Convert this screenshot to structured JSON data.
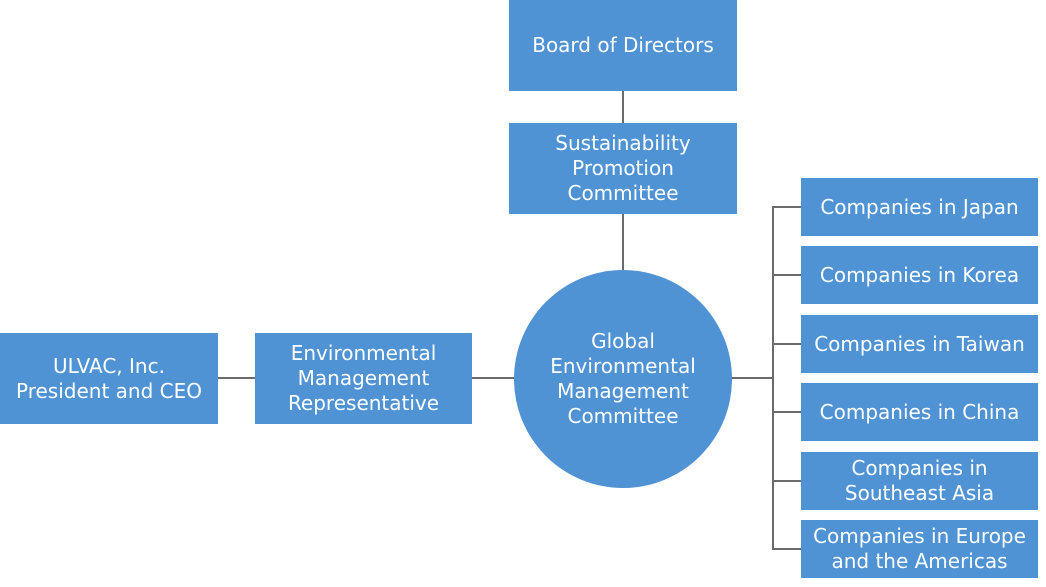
{
  "colors": {
    "box_fill": "#4f93d5",
    "text": "#ffffff",
    "connector": "#6b6b6b"
  },
  "board": "Board of Directors",
  "sustainability": "Sustainability\nPromotion\nCommittee",
  "global_committee": "Global\nEnvironmental\nManagement\nCommittee",
  "ceo": "ULVAC, Inc.\nPresident and CEO",
  "representative": "Environmental\nManagement\nRepresentative",
  "companies": [
    "Companies in Japan",
    "Companies in Korea",
    "Companies in Taiwan",
    "Companies in China",
    "Companies in\nSoutheast Asia",
    "Companies in Europe\nand the Americas"
  ]
}
